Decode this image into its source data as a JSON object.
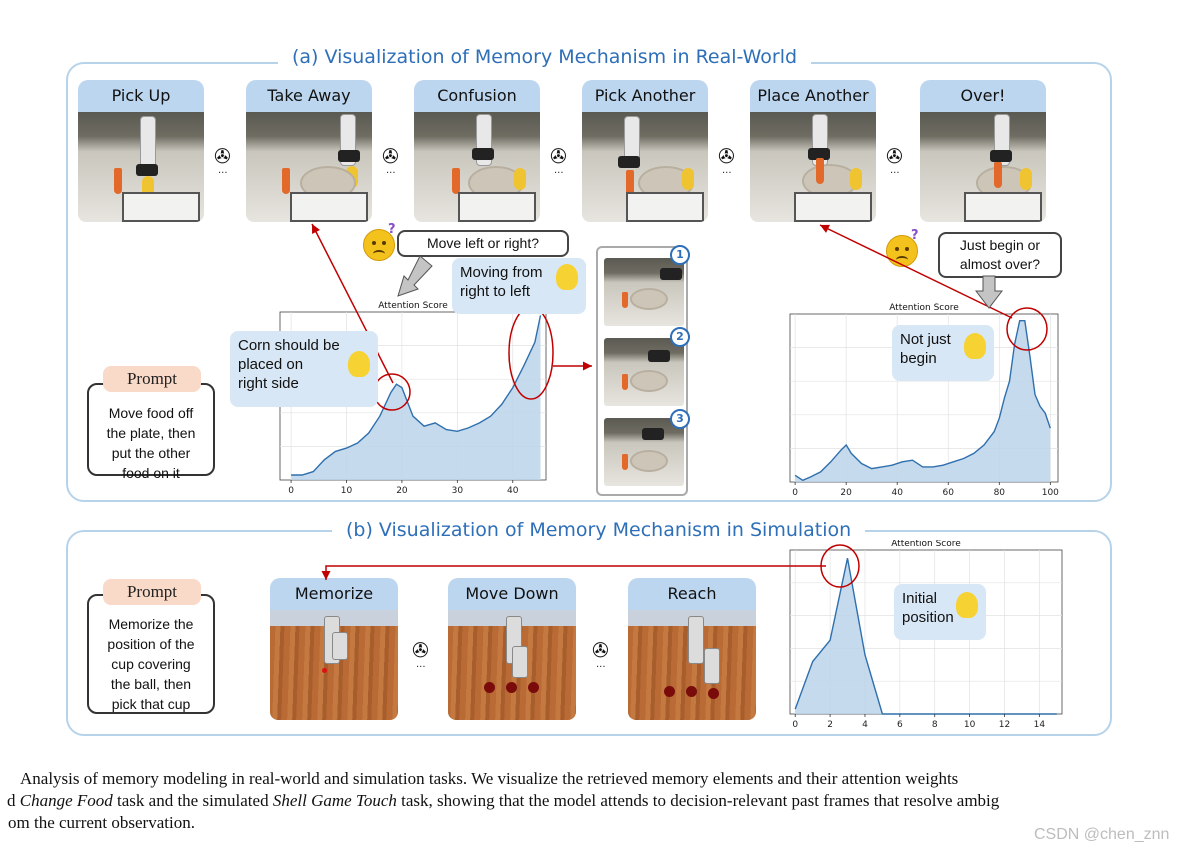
{
  "panel_a": {
    "title": "(a) Visualization of Memory Mechanism in Real-World",
    "steps": [
      "Pick Up",
      "Take Away",
      "Confusion",
      "Pick Another",
      "Place Another",
      "Over!"
    ],
    "question_left": "Move left or right?",
    "question_right_line1": "Just begin or",
    "question_right_line2": "almost over?",
    "callout_corn_lines": [
      "Corn should be",
      "placed on",
      "right side"
    ],
    "callout_moving_lines": [
      "Moving from",
      "right to left"
    ],
    "callout_notbegin_lines": [
      "Not just",
      "begin"
    ],
    "prompt_head": "Prompt",
    "prompt_lines": [
      "Move food off",
      "the plate, then",
      "put the other",
      "food on it"
    ],
    "frame_numbers": [
      "1",
      "2",
      "3"
    ]
  },
  "panel_b": {
    "title": "(b) Visualization of Memory Mechanism in Simulation",
    "steps": [
      "Memorize",
      "Move Down",
      "Reach"
    ],
    "callout_initial_lines": [
      "Initial",
      "position"
    ],
    "prompt_head": "Prompt",
    "prompt_lines": [
      "Memorize the",
      "position of the",
      "cup covering",
      "the ball, then",
      "pick that cup"
    ]
  },
  "chart_data": [
    {
      "type": "area",
      "title": "Attention Score",
      "xlim": [
        -2,
        46
      ],
      "xticks": [
        0,
        10,
        20,
        30,
        40
      ],
      "x": [
        0,
        2,
        4,
        6,
        8,
        10,
        12,
        14,
        16,
        18,
        19,
        20,
        22,
        24,
        26,
        28,
        30,
        32,
        34,
        36,
        38,
        40,
        42,
        44,
        45
      ],
      "y": [
        0.03,
        0.03,
        0.05,
        0.12,
        0.17,
        0.19,
        0.22,
        0.28,
        0.38,
        0.52,
        0.57,
        0.55,
        0.38,
        0.32,
        0.34,
        0.3,
        0.29,
        0.31,
        0.34,
        0.38,
        0.45,
        0.55,
        0.68,
        0.82,
        0.98
      ],
      "ylim": [
        0,
        1.0
      ],
      "grid": true
    },
    {
      "type": "area",
      "title": "Attention Score",
      "xlim": [
        -2,
        103
      ],
      "xticks": [
        0,
        20,
        40,
        60,
        80,
        100
      ],
      "x": [
        0,
        3,
        6,
        10,
        14,
        18,
        20,
        22,
        26,
        30,
        34,
        38,
        42,
        46,
        50,
        54,
        58,
        62,
        66,
        70,
        74,
        78,
        80,
        82,
        84,
        86,
        88,
        90,
        92,
        94,
        96,
        98,
        100
      ],
      "y": [
        0.04,
        0.01,
        0.03,
        0.06,
        0.12,
        0.19,
        0.22,
        0.17,
        0.11,
        0.08,
        0.09,
        0.1,
        0.12,
        0.13,
        0.09,
        0.09,
        0.1,
        0.12,
        0.14,
        0.17,
        0.22,
        0.3,
        0.38,
        0.5,
        0.6,
        0.82,
        0.96,
        0.96,
        0.75,
        0.52,
        0.45,
        0.41,
        0.32
      ],
      "ylim": [
        0,
        1.0
      ],
      "grid": true
    },
    {
      "type": "area",
      "title": "Attention Score",
      "xlim": [
        -0.3,
        15.3
      ],
      "xticks": [
        0,
        2,
        4,
        6,
        8,
        10,
        12,
        14
      ],
      "x": [
        0,
        1,
        2,
        3,
        4,
        5,
        6,
        7,
        8,
        9,
        10,
        11,
        12,
        13,
        14,
        15
      ],
      "y": [
        0.03,
        0.32,
        0.45,
        0.95,
        0.36,
        0,
        0,
        0,
        0,
        0,
        0,
        0,
        0,
        0,
        0,
        0
      ],
      "ylim": [
        0,
        1.0
      ],
      "grid": true
    }
  ],
  "caption_lines": [
    "Analysis of memory modeling in real-world and simulation tasks. We visualize the retrieved memory elements and their attention weights",
    "Change Food task and the simulated Shell Game Touch task, showing that the model attends to decision-relevant past frames that resolve ambig",
    "om the current observation."
  ],
  "caption_line2_prefix": "d ",
  "caption_italic1": "Change Food",
  "caption_mid": " task and the simulated ",
  "caption_italic2": "Shell Game Touch",
  "caption_tail": " task, showing that the model attends to decision-relevant past frames that resolve ambig",
  "watermark": "CSDN @chen_znn",
  "colors": {
    "accent": "#2e6fb8",
    "panel_border": "#b7d3ea",
    "label_bg": "#bcd6ef",
    "callout_bg": "#d8e7f5",
    "area_fill": "#bcd3ea",
    "line": "#2f6fad",
    "red": "#c00000",
    "prompt_head": "#f9d9c7"
  }
}
